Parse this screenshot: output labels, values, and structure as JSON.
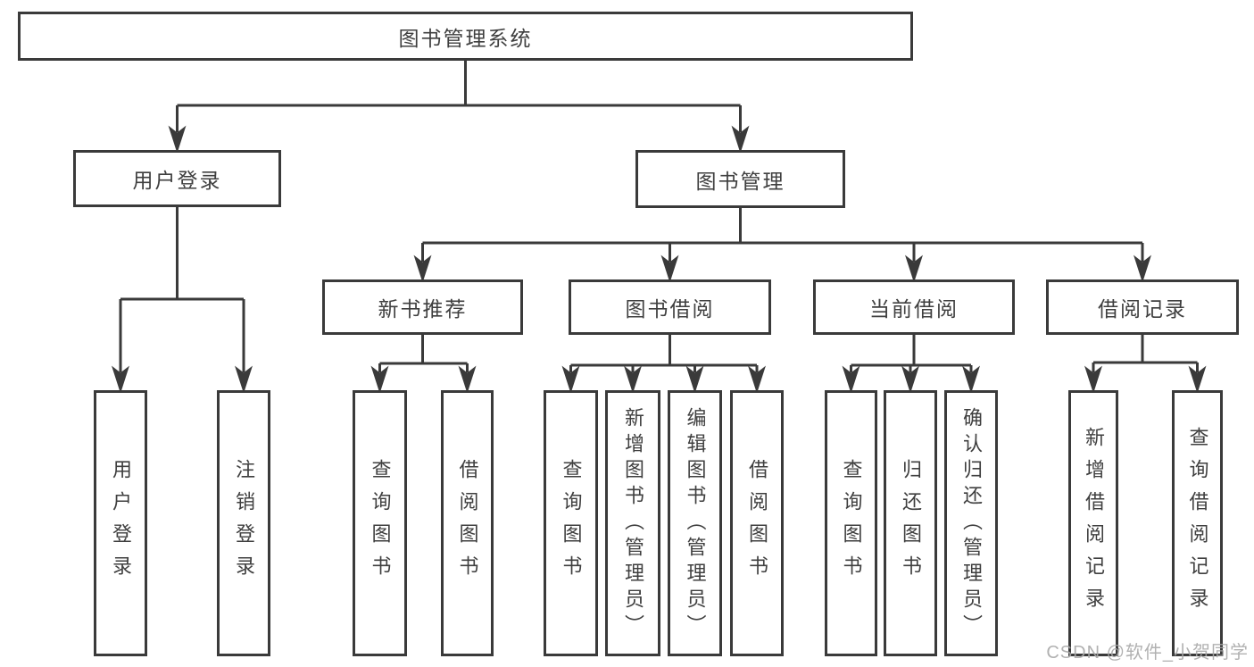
{
  "diagram": {
    "title": "图书管理系统",
    "nodes": [
      {
        "id": "root",
        "label": "图书管理系统",
        "parent": null
      },
      {
        "id": "user-login",
        "label": "用户登录",
        "parent": "root"
      },
      {
        "id": "book-mgmt",
        "label": "图书管理",
        "parent": "root"
      },
      {
        "id": "new-book-rec",
        "label": "新书推荐",
        "parent": "book-mgmt"
      },
      {
        "id": "book-borrow",
        "label": "图书借阅",
        "parent": "book-mgmt"
      },
      {
        "id": "current-borrow",
        "label": "当前借阅",
        "parent": "book-mgmt"
      },
      {
        "id": "borrow-records",
        "label": "借阅记录",
        "parent": "book-mgmt"
      },
      {
        "id": "leaf-user-login",
        "label": "用户登录",
        "parent": "user-login"
      },
      {
        "id": "leaf-logout",
        "label": "注销登录",
        "parent": "user-login"
      },
      {
        "id": "nb-query-book",
        "label": "查询图书",
        "parent": "new-book-rec"
      },
      {
        "id": "nb-borrow-book",
        "label": "借阅图书",
        "parent": "new-book-rec"
      },
      {
        "id": "bb-query-book",
        "label": "查询图书",
        "parent": "book-borrow"
      },
      {
        "id": "bb-add-book",
        "label": "新增图书（管理员）",
        "parent": "book-borrow"
      },
      {
        "id": "bb-edit-book",
        "label": "编辑图书（管理员）",
        "parent": "book-borrow"
      },
      {
        "id": "bb-borrow-book",
        "label": "借阅图书",
        "parent": "book-borrow"
      },
      {
        "id": "cb-query-book",
        "label": "查询图书",
        "parent": "current-borrow"
      },
      {
        "id": "cb-return-book",
        "label": "归还图书",
        "parent": "current-borrow"
      },
      {
        "id": "cb-confirm-return",
        "label": "确认归还（管理员）",
        "parent": "current-borrow"
      },
      {
        "id": "r-add-record",
        "label": "新增借阅记录",
        "parent": "borrow-records"
      },
      {
        "id": "r-query-record",
        "label": "查询借阅记录",
        "parent": "borrow-records"
      }
    ],
    "line_color": "#3a3a3a",
    "text_color": "#3f3f3f",
    "background_color": "#ffffff"
  },
  "watermark": {
    "text": "CSDN @软件_小贺同学"
  }
}
